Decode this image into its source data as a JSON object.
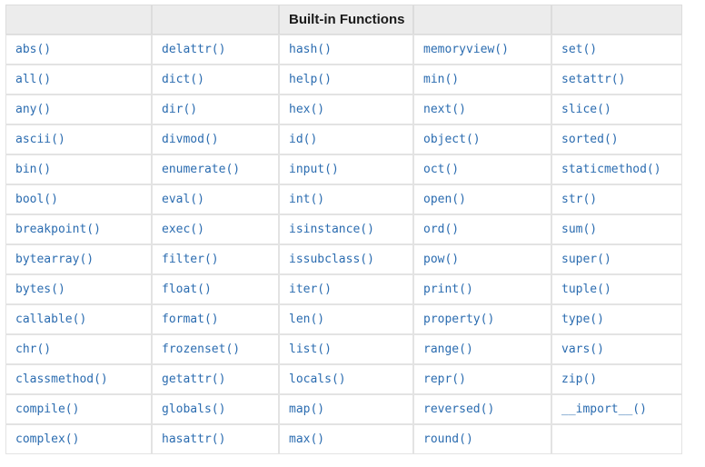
{
  "page": {
    "title": "Built-in Functions"
  },
  "table": {
    "caption": "Built-in Functions",
    "header": {
      "title": "Built-in Functions",
      "title_column_index": 2,
      "cells": [
        "",
        "",
        "Built-in Functions",
        "",
        ""
      ]
    },
    "colors": {
      "header_background": "#ececec",
      "header_text": "#1a1a1a",
      "cell_border": "#e3e3e3",
      "header_border": "#dcdcdc",
      "cell_text": "#2b6cb0",
      "page_background": "#ffffff"
    },
    "columns": 5,
    "rows": [
      [
        "abs()",
        "delattr()",
        "hash()",
        "memoryview()",
        "set()"
      ],
      [
        "all()",
        "dict()",
        "help()",
        "min()",
        "setattr()"
      ],
      [
        "any()",
        "dir()",
        "hex()",
        "next()",
        "slice()"
      ],
      [
        "ascii()",
        "divmod()",
        "id()",
        "object()",
        "sorted()"
      ],
      [
        "bin()",
        "enumerate()",
        "input()",
        "oct()",
        "staticmethod()"
      ],
      [
        "bool()",
        "eval()",
        "int()",
        "open()",
        "str()"
      ],
      [
        "breakpoint()",
        "exec()",
        "isinstance()",
        "ord()",
        "sum()"
      ],
      [
        "bytearray()",
        "filter()",
        "issubclass()",
        "pow()",
        "super()"
      ],
      [
        "bytes()",
        "float()",
        "iter()",
        "print()",
        "tuple()"
      ],
      [
        "callable()",
        "format()",
        "len()",
        "property()",
        "type()"
      ],
      [
        "chr()",
        "frozenset()",
        "list()",
        "range()",
        "vars()"
      ],
      [
        "classmethod()",
        "getattr()",
        "locals()",
        "repr()",
        "zip()"
      ],
      [
        "compile()",
        "globals()",
        "map()",
        "reversed()",
        "__import__()"
      ],
      [
        "complex()",
        "hasattr()",
        "max()",
        "round()",
        ""
      ]
    ]
  }
}
